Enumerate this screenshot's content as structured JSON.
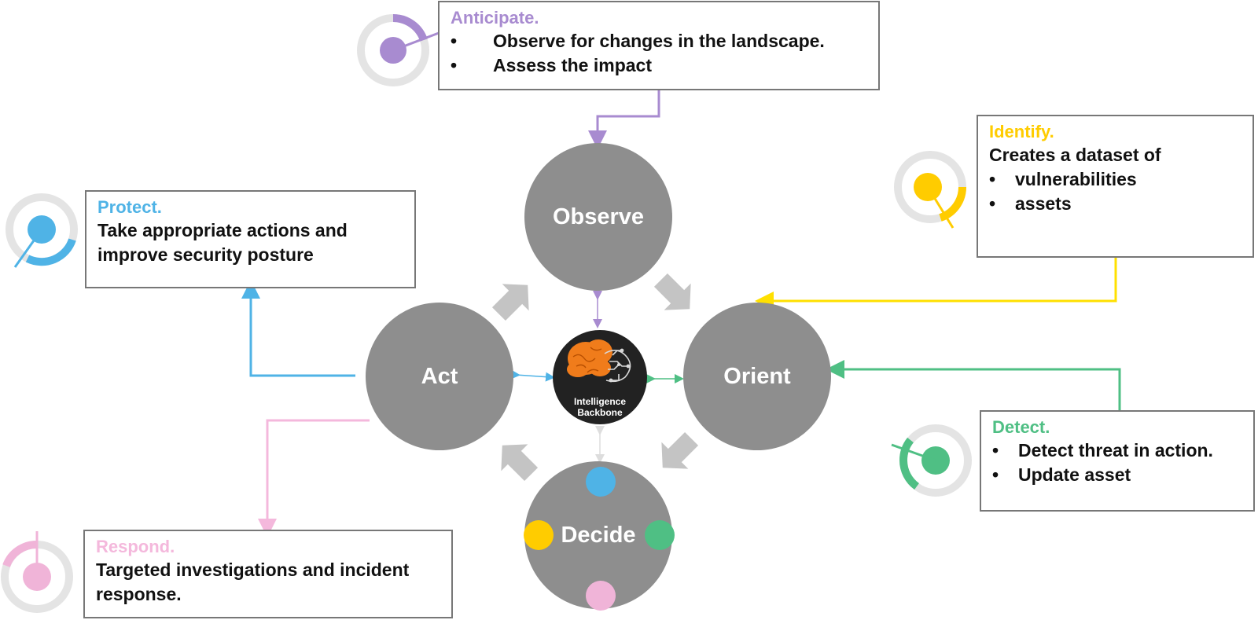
{
  "colors": {
    "anticipate": "#a88bd0",
    "identify": "#ffcc00",
    "protect": "#4fb3e6",
    "detect": "#4fbf84",
    "respond": "#f4b8dc",
    "node": "#8e8e8e",
    "arrow": "#c4c4c4",
    "hub": "#222222",
    "brain": "#f07c1b"
  },
  "nodes": {
    "observe": "Observe",
    "orient": "Orient",
    "decide": "Decide",
    "act": "Act"
  },
  "hub": {
    "line1": "Intelligence",
    "line2": "Backbone",
    "icon": "brain-circuit-icon"
  },
  "boxes": {
    "anticipate": {
      "title": "Anticipate.",
      "bullets": [
        "Observe for changes in the landscape.",
        "Assess the impact"
      ]
    },
    "identify": {
      "title": "Identify.",
      "intro": "Creates a dataset of",
      "bullets": [
        "vulnerabilities",
        "assets"
      ]
    },
    "protect": {
      "title": "Protect.",
      "body": "Take appropriate actions and improve security posture"
    },
    "detect": {
      "title": "Detect.",
      "bullets": [
        "Detect threat in action.",
        "Update asset"
      ]
    },
    "respond": {
      "title": "Respond.",
      "body": "Targeted investigations and incident response."
    }
  },
  "stage_icons": {
    "anticipate": {
      "icon": "stage-progress-icon",
      "level": 0.2
    },
    "identify": {
      "icon": "stage-progress-icon",
      "level": 0.4
    },
    "protect": {
      "icon": "stage-progress-icon",
      "level": 0.6
    },
    "detect": {
      "icon": "stage-progress-icon",
      "level": 0.8
    },
    "respond": {
      "icon": "stage-progress-icon",
      "level": 1.0
    }
  }
}
